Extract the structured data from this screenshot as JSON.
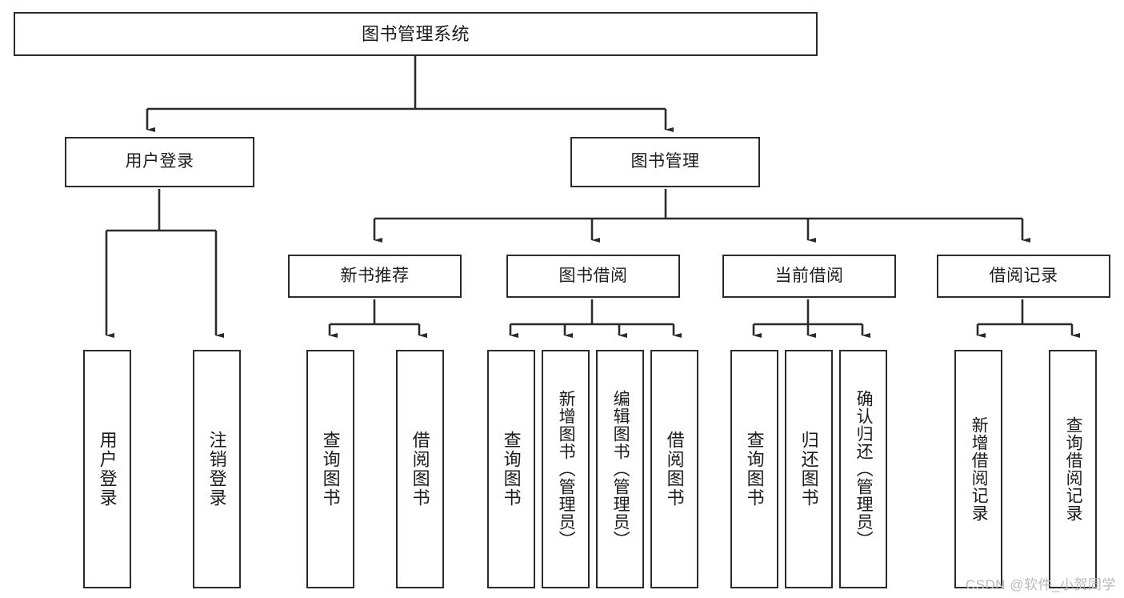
{
  "diagram": {
    "type": "tree",
    "title": "图书管理系统",
    "root": {
      "label": "图书管理系统"
    },
    "level2": [
      {
        "label": "用户登录"
      },
      {
        "label": "图书管理"
      }
    ],
    "level3": [
      {
        "label": "新书推荐"
      },
      {
        "label": "图书借阅"
      },
      {
        "label": "当前借阅"
      },
      {
        "label": "借阅记录"
      }
    ],
    "leaves": [
      {
        "label": "用户登录",
        "parent": "用户登录"
      },
      {
        "label": "注销登录",
        "parent": "用户登录"
      },
      {
        "label": "查询图书",
        "parent": "新书推荐"
      },
      {
        "label": "借阅图书",
        "parent": "新书推荐"
      },
      {
        "label": "查询图书",
        "parent": "图书借阅"
      },
      {
        "label": "新增图书（管理员）",
        "parent": "图书借阅"
      },
      {
        "label": "编辑图书（管理员）",
        "parent": "图书借阅"
      },
      {
        "label": "借阅图书",
        "parent": "图书借阅"
      },
      {
        "label": "查询图书",
        "parent": "当前借阅"
      },
      {
        "label": "归还图书",
        "parent": "当前借阅"
      },
      {
        "label": "确认归还（管理员）",
        "parent": "当前借阅"
      },
      {
        "label": "新增借阅记录",
        "parent": "借阅记录"
      },
      {
        "label": "查询借阅记录",
        "parent": "借阅记录"
      }
    ]
  },
  "watermark": {
    "text": "CSDN @软件_小贺同学"
  },
  "colors": {
    "stroke": "#2b2b2b",
    "fill": "#ffffff",
    "text": "#1b1b1b",
    "watermark": "#b9b9b9"
  }
}
